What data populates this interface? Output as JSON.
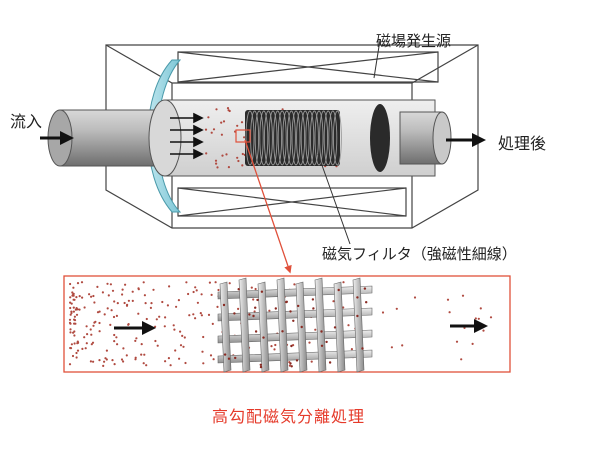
{
  "labels": {
    "magnetic_field_source": "磁場発生源",
    "inflow": "流入",
    "after_treatment": "処理後",
    "magnetic_filter": "磁気フィルタ（強磁性細線）",
    "caption": "高勾配磁気分離処理"
  },
  "colors": {
    "caption_text": "#e53a2a",
    "zoom_line": "#e0503a",
    "particles": "#b04a40",
    "pipe": "#8f8f8f",
    "lens": "#8fd0dc",
    "wire_mesh": "#444444"
  }
}
